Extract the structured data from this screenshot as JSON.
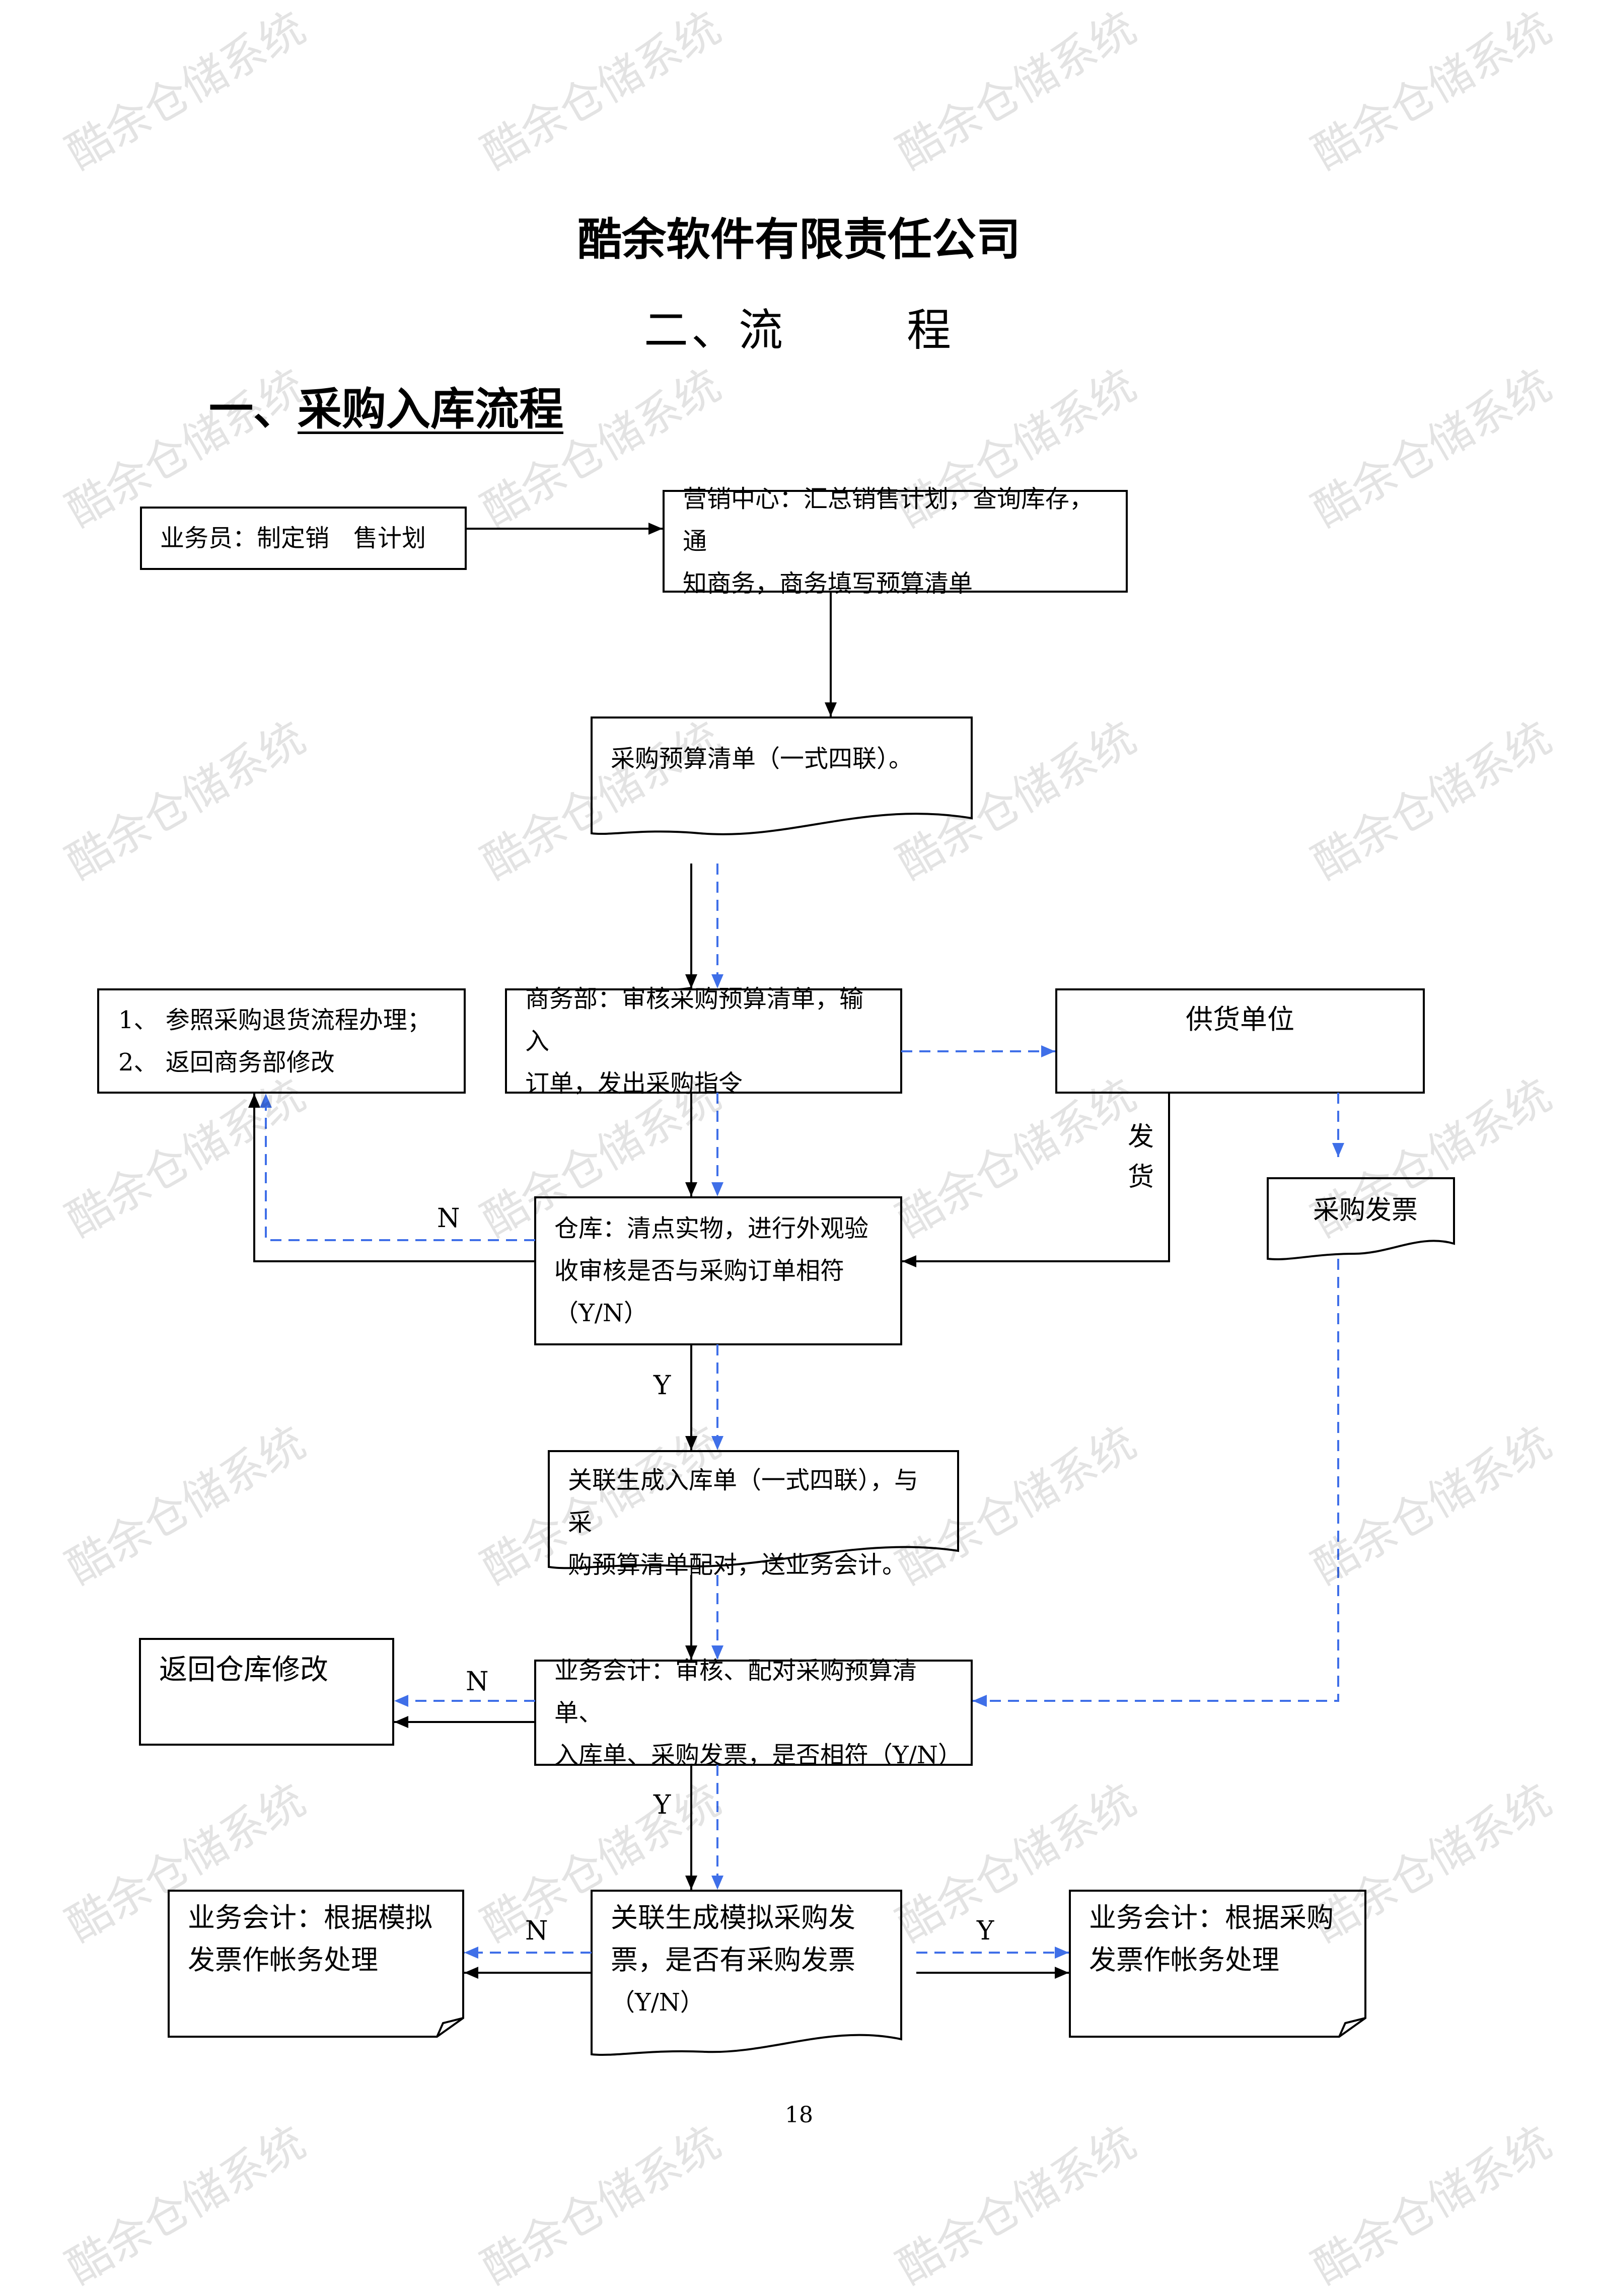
{
  "watermark": "酷余仓储系统",
  "header": {
    "company": "酷余软件有限责任公司",
    "subtitle_left": "二、流",
    "subtitle_right": "程",
    "section_prefix": "一、",
    "section_title": "采购入库流程"
  },
  "nodes": {
    "salesman": "业务员：制定销　售计划",
    "marketing_line1": "营销中心：汇总销售计划，查询库存，通",
    "marketing_line2": "知商务，商务填写预算清单",
    "budget_list": "采购预算清单（一式四联）。",
    "commerce_line1": "商务部：审核采购预算清单，输入",
    "commerce_line2": "订单，发出采购指令",
    "return_line1": "1、 参照采购退货流程办理；",
    "return_line2": "2、 返回商务部修改",
    "supplier": "供货单位",
    "delivery_char1": "发",
    "delivery_char2": "货",
    "purchase_invoice": "采购发票",
    "warehouse_line1": "仓库：清点实物，进行外观验",
    "warehouse_line2": "收审核是否与采购订单相符",
    "warehouse_line3": "（Y/N）",
    "inbound_line1": "关联生成入库单（一式四联），与采",
    "inbound_line2": "购预算清单配对，送业务会计。",
    "return_warehouse": "返回仓库修改",
    "accountant_line1": "业务会计：审核、配对采购预算清单、",
    "accountant_line2": "入库单、采购发票，是否相符（Y/N）",
    "simulate_line1": "关联生成模拟采购发",
    "simulate_line2": "票，是否有采购发票",
    "simulate_line3": "（Y/N）",
    "acct_sim_line1": "业务会计：根据模拟",
    "acct_sim_line2": "发票作帐务处理",
    "acct_real_line1": "业务会计：根据采购",
    "acct_real_line2": "发票作帐务处理"
  },
  "labels": {
    "n1": "N",
    "y1": "Y",
    "n2": "N",
    "y2": "Y",
    "n3": "N",
    "y3": "Y"
  },
  "colors": {
    "line": "#000000",
    "dashed_flow": "#3F6FE8"
  },
  "page_number": "18"
}
